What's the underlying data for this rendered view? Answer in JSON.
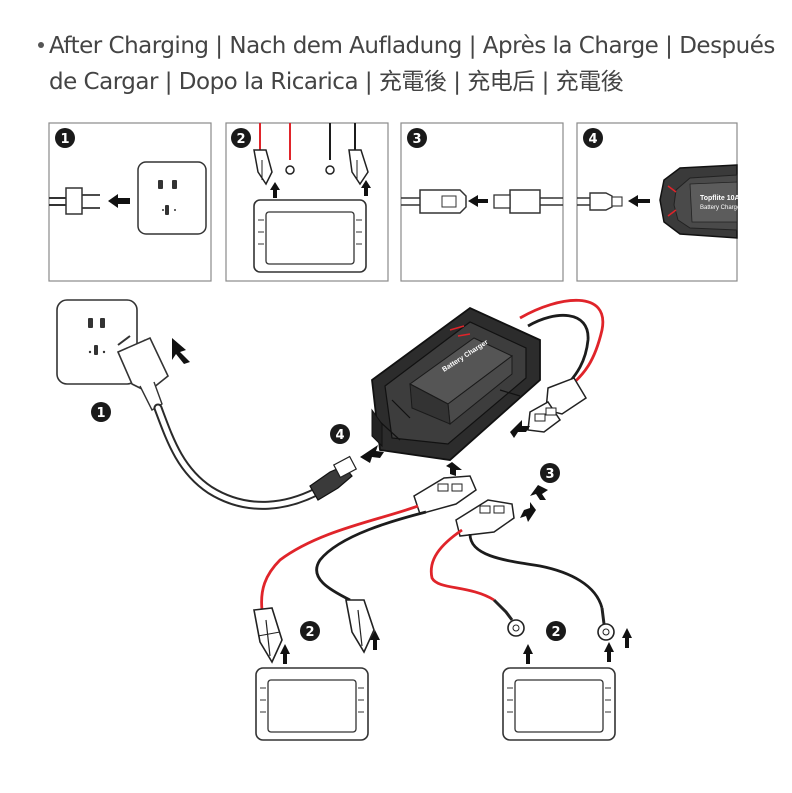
{
  "heading": {
    "line1": "After Charging | Nach dem Aufladung | Après la Charge | Después",
    "line2": "de Cargar | Dopo la Ricarica | 充電後 | 充电后 | 充電後"
  },
  "panels": [
    {
      "step": "1"
    },
    {
      "step": "2"
    },
    {
      "step": "3"
    },
    {
      "step": "4"
    }
  ],
  "main_steps": {
    "plug": "1",
    "clamps": "2",
    "rings": "2",
    "connector": "3",
    "charger_input": "4"
  },
  "charger_label": "Battery Charger",
  "panel4_label_line1": "Topflite 10A",
  "panel4_label_line2": "Battery Charger",
  "colors": {
    "red_cable": "#e0242a",
    "black_cable": "#1c1c1c",
    "outline": "#2a2a2a",
    "panel_border": "#8a8a8a"
  }
}
